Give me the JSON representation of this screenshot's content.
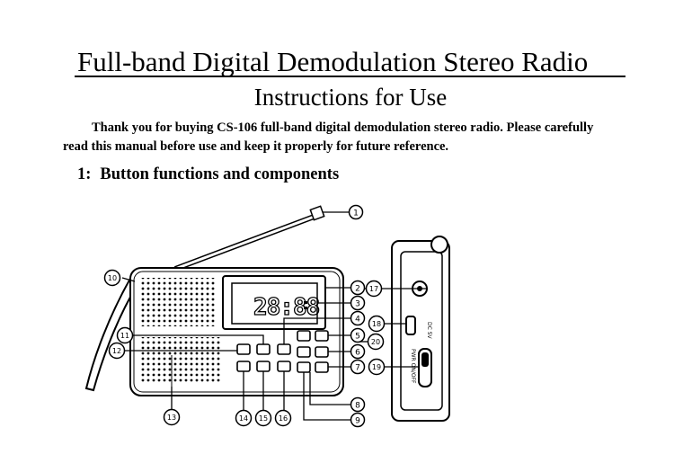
{
  "document": {
    "title": "Full-band Digital Demodulation Stereo Radio",
    "subtitle": "Instructions for Use",
    "intro_line1": "Thank you for buying CS-106 full-band digital demodulation stereo radio. Please carefully",
    "intro_line2": "read this manual before use and keep it properly for future reference.",
    "section_number": "1:",
    "section_title": "Button functions and components"
  },
  "diagram": {
    "display_text": "28:88",
    "side_labels": {
      "dc": "DC 5V",
      "switch": "PWR ON/OFF"
    },
    "callouts": [
      "1",
      "2",
      "3",
      "4",
      "5",
      "6",
      "7",
      "8",
      "9",
      "10",
      "11",
      "12",
      "13",
      "14",
      "15",
      "16",
      "17",
      "18",
      "19",
      "20"
    ]
  }
}
